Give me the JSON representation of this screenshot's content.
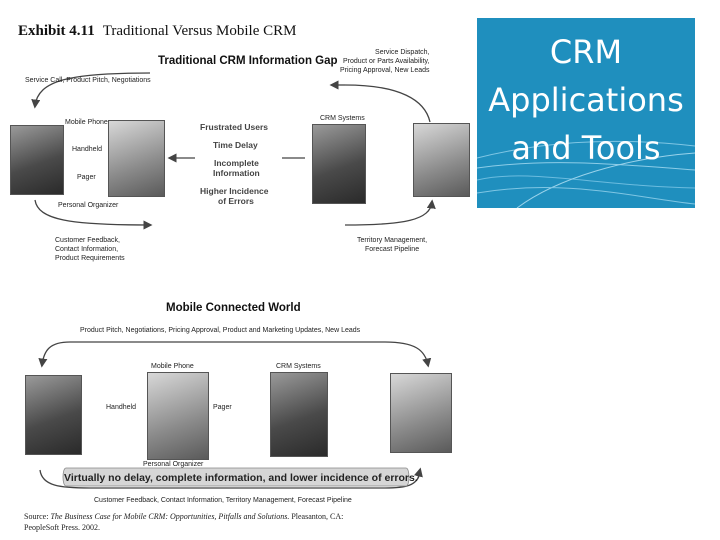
{
  "exhibit": {
    "number": "Exhibit 4.11",
    "title": "Traditional Versus Mobile CRM"
  },
  "slide_title": {
    "line1": "CRM",
    "line2": "Applications",
    "line3": "and Tools"
  },
  "traditional": {
    "heading": "Traditional CRM Information Gap",
    "top_left": "Service Call, Product Pitch, Negotiations",
    "top_right": [
      "Service Dispatch,",
      "Product or Parts Availability,",
      "Pricing Approval, New Leads"
    ],
    "devices": [
      "Mobile Phone",
      "Handheld",
      "Pager",
      "Personal Organizer"
    ],
    "crm_systems": "CRM Systems",
    "gap_items": [
      "Frustrated Users",
      "Time Delay",
      "Incomplete",
      "Information",
      "Higher Incidence",
      "of Errors"
    ],
    "bottom_left": [
      "Customer Feedback,",
      "Contact Information,",
      "Product Requirements"
    ],
    "bottom_right": [
      "Territory Management,",
      "Forecast Pipeline"
    ]
  },
  "mobile": {
    "heading": "Mobile Connected World",
    "top": "Product Pitch, Negotiations, Pricing Approval, Product and Marketing Updates, New Leads",
    "mobile_phone": "Mobile Phone",
    "crm_systems": "CRM Systems",
    "handheld": "Handheld",
    "pager": "Pager",
    "organizer": "Personal Organizer",
    "banner": "Virtually no delay, complete information, and lower incidence of errors.",
    "bottom": "Customer Feedback, Contact Information, Territory Management, Forecast Pipeline"
  },
  "source": {
    "prefix": "Source: ",
    "citation": "The Business Case for Mobile CRM: Opportunities, Pitfalls and Solutions.",
    "suffix": " Pleasanton, CA:",
    "line2": "PeopleSoft Press. 2002."
  },
  "colors": {
    "title_panel": "#1f8fbe",
    "banner": "#d6d6d6"
  }
}
